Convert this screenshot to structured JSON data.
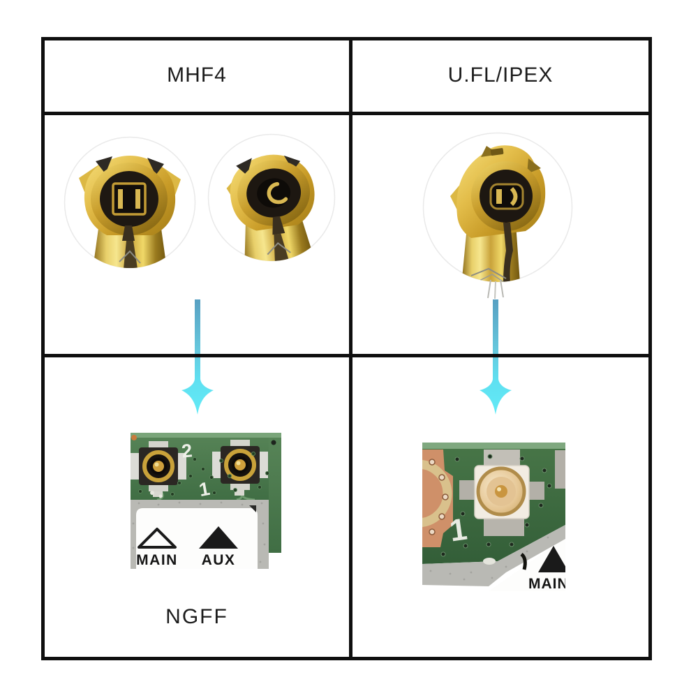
{
  "comparison": {
    "left_type": "MHF4",
    "right_type": "U.FL/IPEX",
    "left_result": "NGFF"
  },
  "ngff_board": {
    "silkscreen_port2": "2",
    "silkscreen_port1": "1",
    "main_label": "MAIN",
    "aux_label": "AUX"
  },
  "ufl_board": {
    "silkscreen_port1": "1",
    "main_label": "MAIN"
  },
  "colors": {
    "table_border": "#0f0f0f",
    "arrow_gradient_top": "#58a0c2",
    "arrow_gradient_bottom": "#63eaf6",
    "pcb_green": "#45754a",
    "connector_gold": "#d2a63c",
    "background": "#ffffff"
  }
}
